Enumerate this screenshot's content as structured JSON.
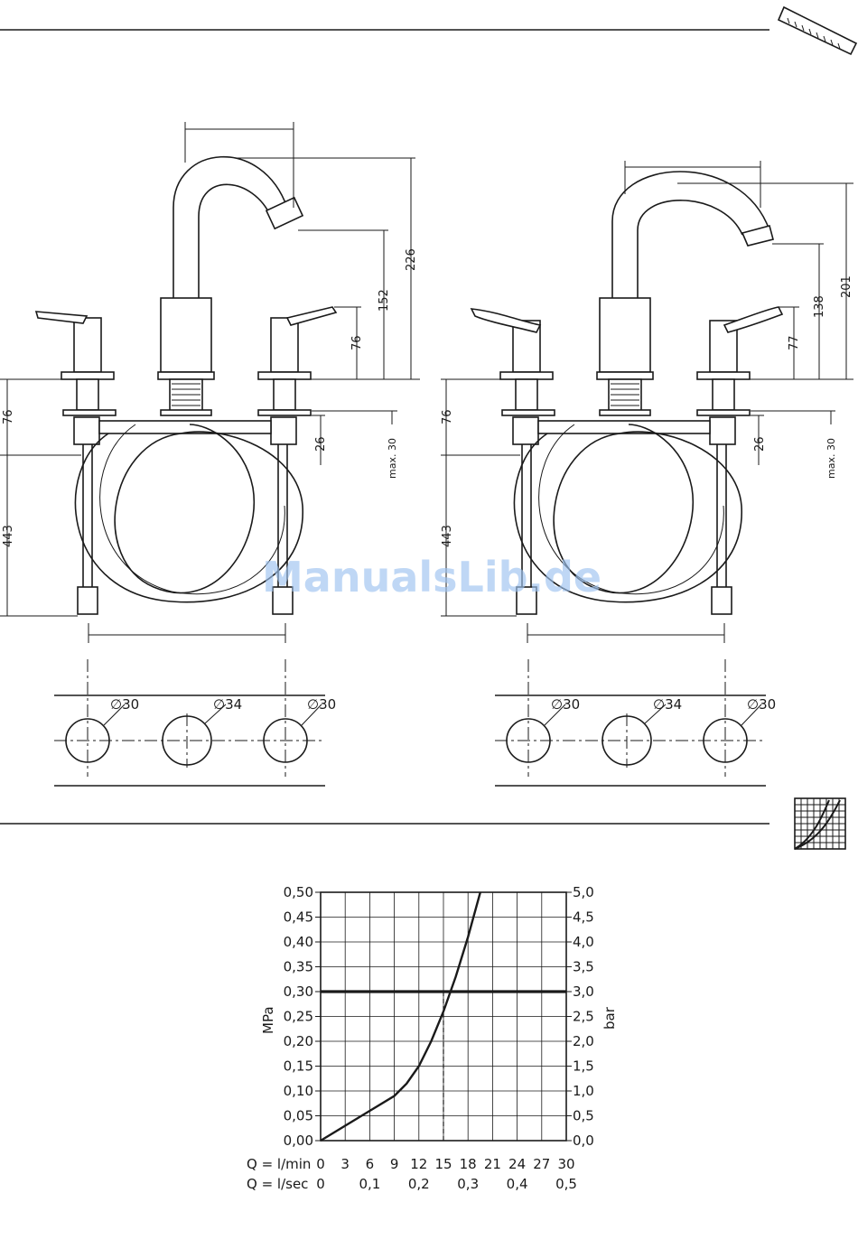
{
  "watermark": "ManualsLib.de",
  "drawing_left": {
    "dims": {
      "spout_height": "226",
      "outlet_height": "152",
      "handle_height": "76",
      "deck_depth": "76",
      "hose_length": "443",
      "clearance": "26",
      "max_deck": "max. 30"
    },
    "holes": [
      {
        "label": "∅30"
      },
      {
        "label": "∅34"
      },
      {
        "label": "∅30"
      }
    ]
  },
  "drawing_right": {
    "dims": {
      "spout_height": "201",
      "outlet_height": "138",
      "handle_height": "77",
      "deck_depth": "76",
      "hose_length": "443",
      "clearance": "26",
      "max_deck": "max. 30"
    },
    "holes": [
      {
        "label": "∅30"
      },
      {
        "label": "∅34"
      },
      {
        "label": "∅30"
      }
    ]
  },
  "chart_data": {
    "type": "line",
    "left_axis_label": "MPa",
    "right_axis_label": "bar",
    "y_left_ticks": [
      "0,00",
      "0,05",
      "0,10",
      "0,15",
      "0,20",
      "0,25",
      "0,30",
      "0,35",
      "0,40",
      "0,45",
      "0,50"
    ],
    "y_right_ticks": [
      "0,0",
      "0,5",
      "1,0",
      "1,5",
      "2,0",
      "2,5",
      "3,0",
      "3,5",
      "4,0",
      "4,5",
      "5,0"
    ],
    "x_lmin_label": "Q = l/min",
    "x_lmin_ticks": [
      "0",
      "3",
      "6",
      "9",
      "12",
      "15",
      "18",
      "21",
      "24",
      "27",
      "30"
    ],
    "x_lsec_label": "Q = l/sec",
    "x_lsec_ticks": [
      "0",
      "0,1",
      "0,2",
      "0,3",
      "0,4",
      "0,5"
    ],
    "xlim": [
      0,
      30
    ],
    "ylim": [
      0,
      0.5
    ],
    "series": [
      {
        "x": [
          0,
          3,
          6,
          9,
          10.5,
          12,
          13.5,
          15,
          16.5,
          18,
          19.5
        ],
        "y": [
          0,
          0.03,
          0.06,
          0.09,
          0.115,
          0.15,
          0.2,
          0.26,
          0.33,
          0.41,
          0.5
        ]
      }
    ],
    "reference_line": {
      "y": 0.3
    },
    "reference_x": 15
  }
}
